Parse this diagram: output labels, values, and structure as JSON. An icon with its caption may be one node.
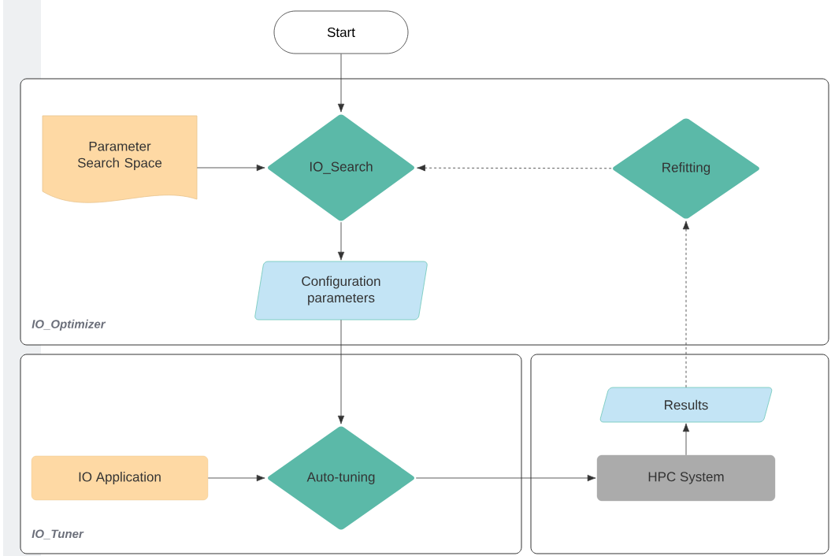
{
  "diagram": {
    "nodes": [
      {
        "text": [
          "Start"
        ]
      },
      {
        "text": [
          "IO_Optimizer"
        ]
      },
      {
        "text": [
          "Parameter Search Space"
        ],
        "in": 1
      },
      {
        "text": [
          "IO_Search"
        ],
        "in": 1
      },
      {
        "text": [
          "Refitting"
        ],
        "in": 1
      },
      {
        "text": [
          "Configuration parameters"
        ],
        "in": 1
      },
      {
        "text": [
          "IO_Tuner"
        ]
      },
      {
        "text": [],
        "shape": "box"
      },
      {
        "text": [
          "Results"
        ],
        "in": 7
      },
      {
        "text": [
          "IO Application"
        ],
        "in": 6
      },
      {
        "text": [
          "Auto-tuning"
        ],
        "in": 6
      },
      {
        "text": [
          "HPC System"
        ],
        "in": 7
      }
    ],
    "edges": [
      {
        "from": 0,
        "to": 3,
        "arrow": "to"
      },
      {
        "from": 2,
        "to": 3,
        "arrow": "to"
      },
      {
        "from": 4,
        "to": 3,
        "arrow": "to",
        "style": "dashed"
      },
      {
        "from": 3,
        "to": 5,
        "arrow": "to"
      },
      {
        "from": 5,
        "to": 10,
        "arrow": "to"
      },
      {
        "from": 9,
        "to": 10,
        "arrow": "to"
      },
      {
        "from": 10,
        "to": 11,
        "arrow": "to"
      },
      {
        "from": 11,
        "to": 8,
        "arrow": "to"
      },
      {
        "from": 8,
        "to": 4,
        "arrow": "to",
        "style": "dashed"
      }
    ]
  }
}
